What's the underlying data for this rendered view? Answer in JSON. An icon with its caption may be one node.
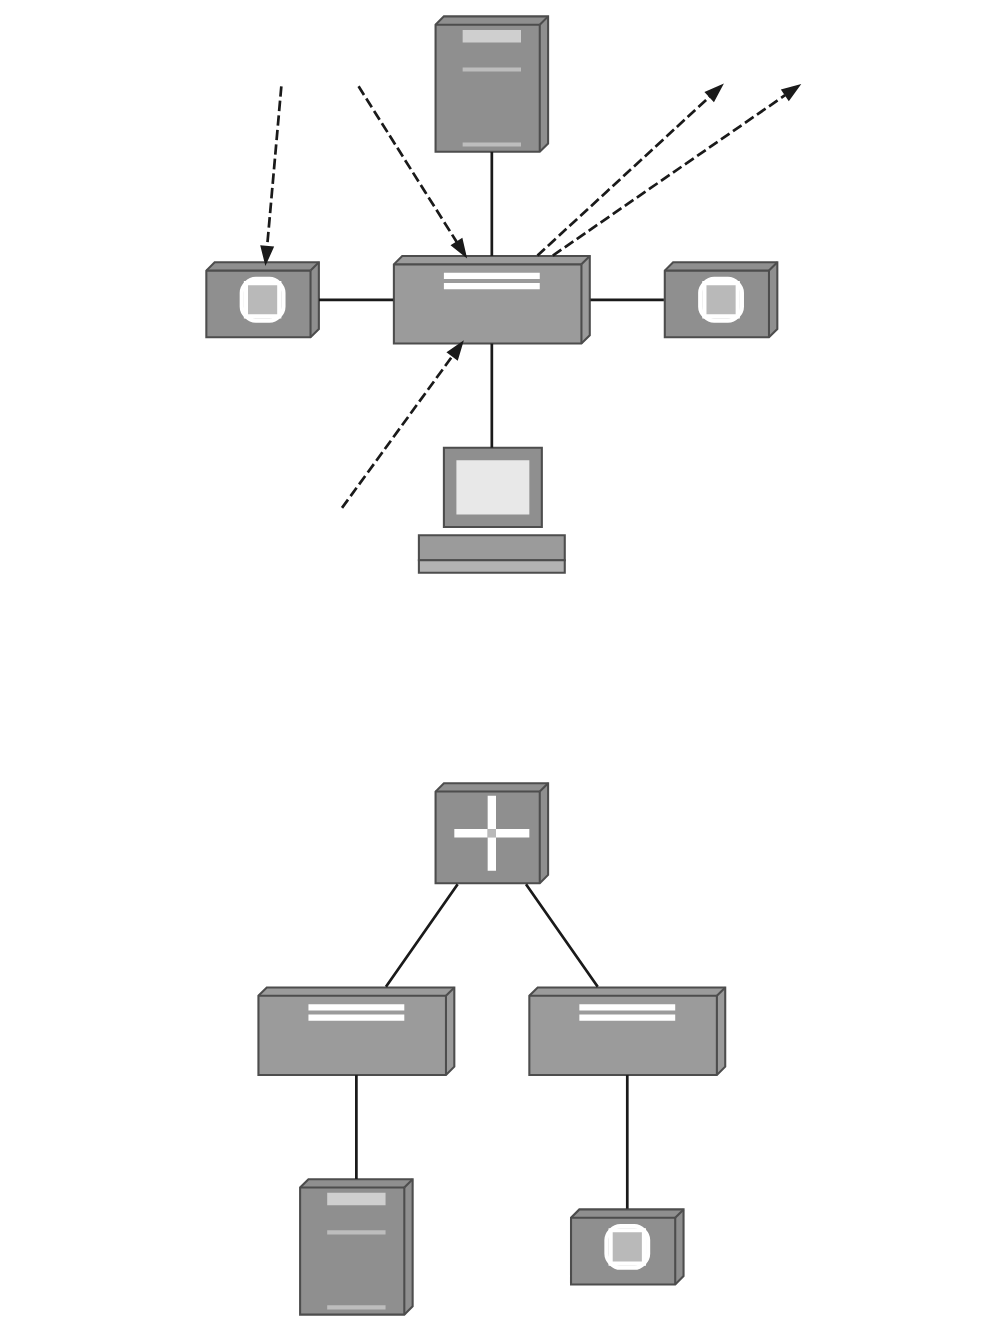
{
  "diagram": {
    "nodes": [
      {
        "text": [],
        "shape": "picture"
      },
      {
        "text": [],
        "shape": "picture"
      },
      {
        "text": [],
        "shape": "picture"
      },
      {
        "text": [],
        "shape": "picture"
      },
      {
        "text": [],
        "shape": "picture"
      },
      {
        "text": [],
        "shape": "picture"
      },
      {
        "text": [],
        "shape": "picture"
      },
      {
        "text": [],
        "shape": "picture"
      },
      {
        "text": [],
        "shape": "picture"
      },
      {
        "text": [],
        "shape": "picture"
      }
    ],
    "edges": [
      {
        "from": 0,
        "to": 2,
        "arrow": "none"
      },
      {
        "from": 1,
        "to": 2,
        "arrow": "none"
      },
      {
        "from": 2,
        "to": 3,
        "arrow": "none"
      },
      {
        "from": 2,
        "to": 4,
        "arrow": "none"
      },
      {
        "from": 2,
        "to": null,
        "arrow": "to",
        "style": "dashed"
      },
      {
        "from": 2,
        "to": null,
        "arrow": "to",
        "style": "dashed"
      },
      {
        "from": null,
        "to": 2,
        "arrow": "to",
        "style": "dashed"
      },
      {
        "from": null,
        "to": 2,
        "arrow": "to",
        "style": "dashed"
      },
      {
        "from": null,
        "to": 1,
        "arrow": "to",
        "style": "dashed"
      },
      {
        "from": 5,
        "to": 6,
        "arrow": "none"
      },
      {
        "from": 5,
        "to": 7,
        "arrow": "none"
      },
      {
        "from": 6,
        "to": 8,
        "arrow": "none"
      },
      {
        "from": 7,
        "to": 9,
        "arrow": "none"
      }
    ]
  }
}
